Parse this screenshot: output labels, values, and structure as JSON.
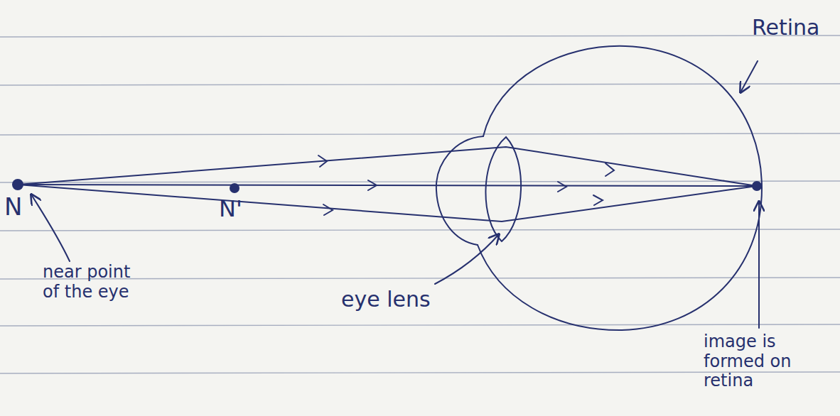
{
  "diagram": {
    "labels": [
      "Retina",
      "N",
      "N'",
      "near point of the eye",
      "eye lens",
      "image is formed on retina"
    ]
  }
}
